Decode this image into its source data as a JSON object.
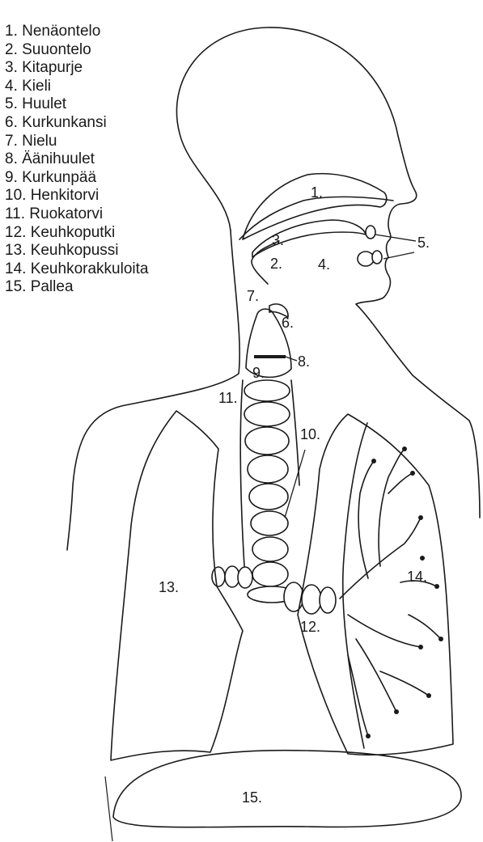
{
  "legend": [
    "1. Nenäontelo",
    "2. Suuontelo",
    "3. Kitapurje",
    "4. Kieli",
    "5. Huulet",
    "6. Kurkunkansi",
    "7. Nielu",
    "8. Äänihuulet",
    "9. Kurkunpää",
    "10. Henkitorvi",
    "11. Ruokatorvi",
    "12. Keuhkoputki",
    "13. Keuhkopussi",
    "14. Keuhkorakkuloita",
    "15. Pallea"
  ],
  "labels": {
    "n1": "1.",
    "n2": "2.",
    "n3": "3.",
    "n4": "4.",
    "n5": "5.",
    "n6": "6.",
    "n7": "7.",
    "n8": "8.",
    "n9": "9.",
    "n10": "10.",
    "n11": "11.",
    "n12": "12.",
    "n13": "13.",
    "n14": "14.",
    "n15": "15."
  }
}
